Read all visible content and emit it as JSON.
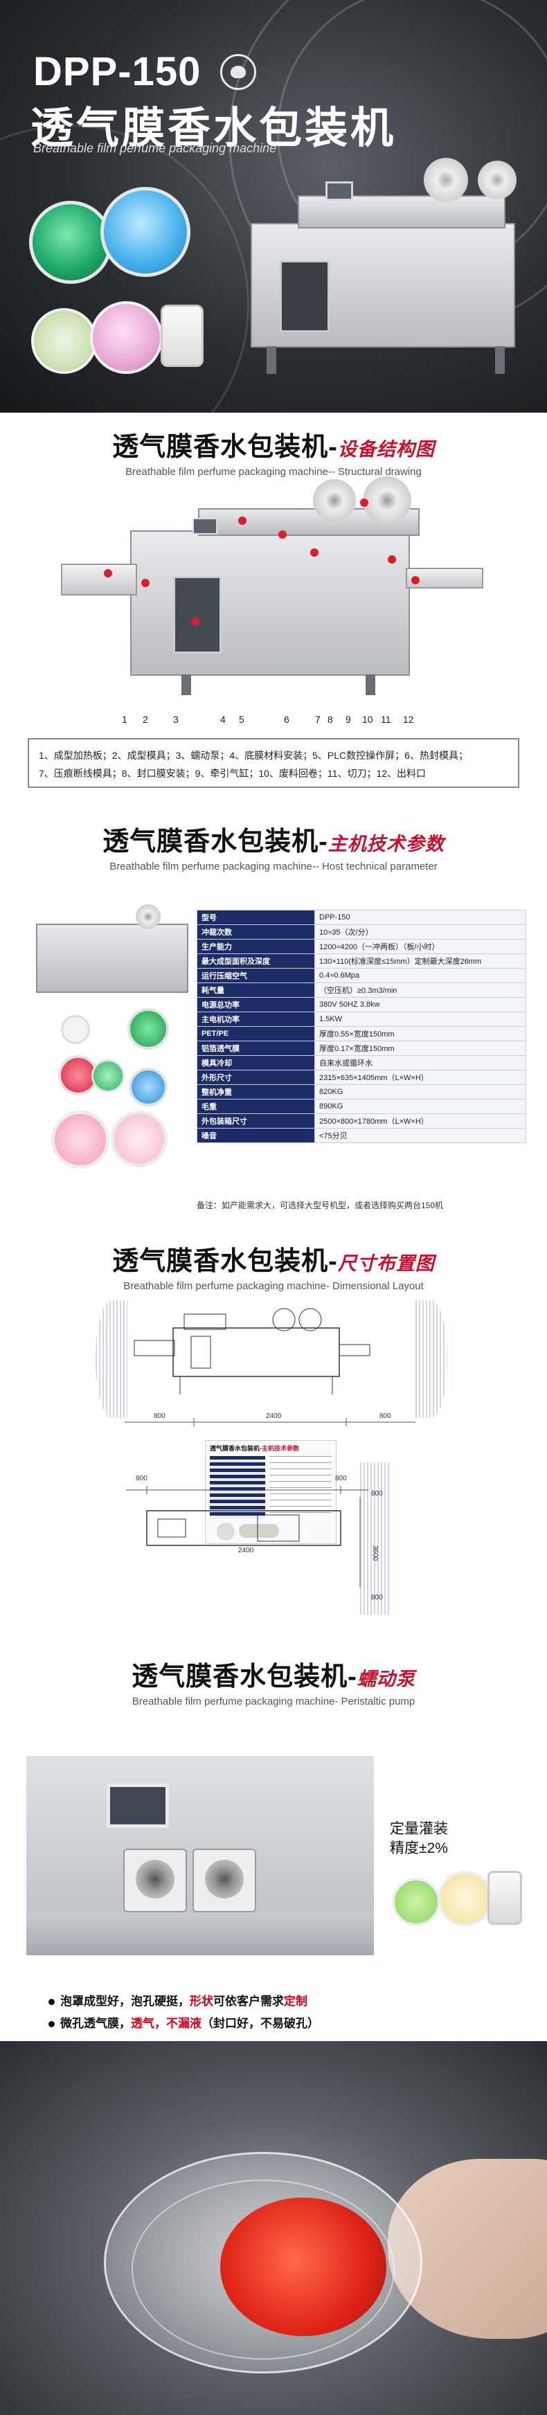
{
  "hero": {
    "model": "DPP-150",
    "title_cn": "透气膜香水包装机",
    "title_en": "Breathable film perfume packaging machine"
  },
  "sections": {
    "structure": {
      "title_cn": "透气膜香水包装机-",
      "title_red": "设备结构图",
      "subtitle": "Breathable film perfume packaging machine-- Structural drawing",
      "numbers": [
        "1",
        "2",
        "3",
        "4",
        "5",
        "6",
        "7",
        "8",
        "9",
        "10",
        "11",
        "12"
      ],
      "legend_line1": "1、成型加热板；2、成型模具；3、蠕动泵；4、底膜材料安装；5、PLC数控操作屏；6、热封模具；",
      "legend_line2": "7、压痕断线模具；8、封口膜安装；9、牵引气缸；10、废料回卷；11、切刀；12、出料口"
    },
    "params": {
      "title_cn": "透气膜香水包装机-",
      "title_red": "主机技术参数",
      "subtitle": "Breathable film perfume packaging machine-- Host technical parameter",
      "rows": [
        {
          "k": "型号",
          "v": "DPP-150"
        },
        {
          "k": "冲裁次数",
          "v": "10≈35（次/分）"
        },
        {
          "k": "生产能力",
          "v": "1200≈4200（一冲两板）（板/小时）"
        },
        {
          "k": "最大成型面积及深度",
          "v": "130×110(标准深度≤15mm）定制最大深度26mm"
        },
        {
          "k": "运行压缩空气",
          "v": "0.4≈0.6Mpa"
        },
        {
          "k": "耗气量",
          "v": "（空压机）≥0.3m3/min"
        },
        {
          "k": "电源总功率",
          "v": "380V 50HZ 3.8kw"
        },
        {
          "k": "主电机功率",
          "v": "1.5KW"
        },
        {
          "k": "PET/PE",
          "v": "厚度0.55×宽度150mm"
        },
        {
          "k": "铝箔透气膜",
          "v": "厚度0.17×宽度150mm"
        },
        {
          "k": "模具冷却",
          "v": "自来水或循环水"
        },
        {
          "k": "外形尺寸",
          "v": "2315×635×1405mm（L×W×H）"
        },
        {
          "k": "整机净重",
          "v": "820KG"
        },
        {
          "k": "毛重",
          "v": "890KG"
        },
        {
          "k": "外包装箱尺寸",
          "v": "2500×800×1780mm（L×W×H）"
        },
        {
          "k": "噪音",
          "v": "<75分贝"
        }
      ],
      "note": "备注：如产能需求大，可选择大型号机型，或者选择购买两台150机"
    },
    "layout": {
      "title_cn": "透气膜香水包装机-",
      "title_red": "尺寸布置图",
      "subtitle": "Breathable film perfume packaging machine- Dimensional Layout",
      "dims": [
        "800",
        "2400",
        "800",
        "800",
        "2400",
        "800",
        "800",
        "3600",
        "800"
      ],
      "mini_title": "透气膜香水包装机-",
      "mini_red": "主机技术参数"
    },
    "pump": {
      "title_cn": "透气膜香水包装机-",
      "title_red": "蠕动泵",
      "subtitle": "Breathable film perfume packaging machine- Peristaltic pump",
      "label_line1": "定量灌装",
      "label_line2": "精度±2%"
    },
    "features": {
      "f1_a": "泡罩成型好，泡孔硬挺，",
      "f1_red1": "形状",
      "f1_b": "可依客户需求",
      "f1_red2": "定制",
      "f2_a": "微孔透气膜，",
      "f2_red1": "透气，",
      "f2_red2": "不漏液",
      "f2_b": "（封口好，不易破孔）"
    }
  },
  "colors": {
    "accent_red": "#c8102e",
    "table_header": "#1d2b66",
    "hero_bg": "#2b2f33"
  }
}
